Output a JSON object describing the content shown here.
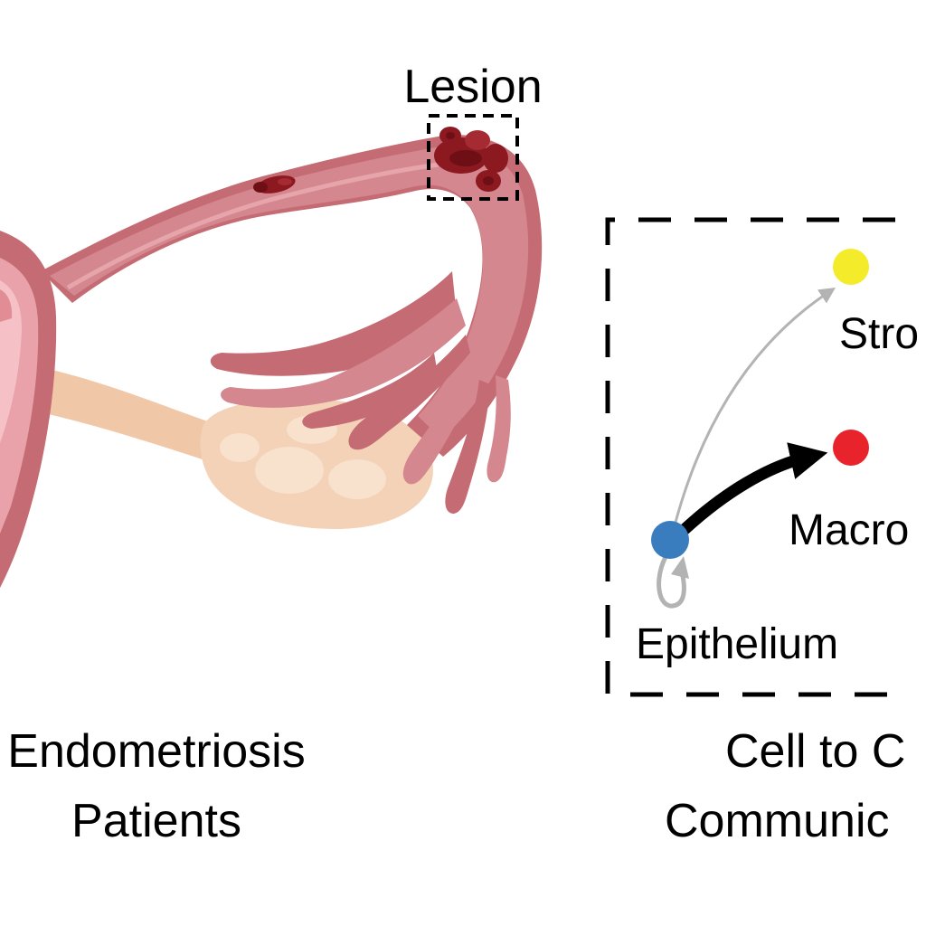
{
  "labels": {
    "lesion": "Lesion",
    "left_caption_line1": "Endometriosis",
    "left_caption_line2": "Patients",
    "right_caption_line1": "Cell to C",
    "right_caption_line2": "Communic",
    "node_stroma": "Stro",
    "node_macro": "Macro",
    "node_epithelium": "Epithelium"
  },
  "colors": {
    "uterus_outer": "#c56b73",
    "tube": "#d4878f",
    "tube_dark": "#b9636b",
    "ovary": "#f3d2b7",
    "lesion": "#8c1820",
    "node_stroma": "#f4ec2b",
    "node_macro": "#e8232b",
    "node_epithelium": "#3a7dbf",
    "arrow_strong": "#000000",
    "arrow_weak": "#b3b3b3"
  },
  "network": {
    "edges": [
      {
        "from": "Epithelium",
        "to": "Stroma",
        "strength": "weak"
      },
      {
        "from": "Epithelium",
        "to": "Macrophage",
        "strength": "strong"
      },
      {
        "from": "Epithelium",
        "to": "Epithelium",
        "strength": "weak"
      }
    ]
  }
}
